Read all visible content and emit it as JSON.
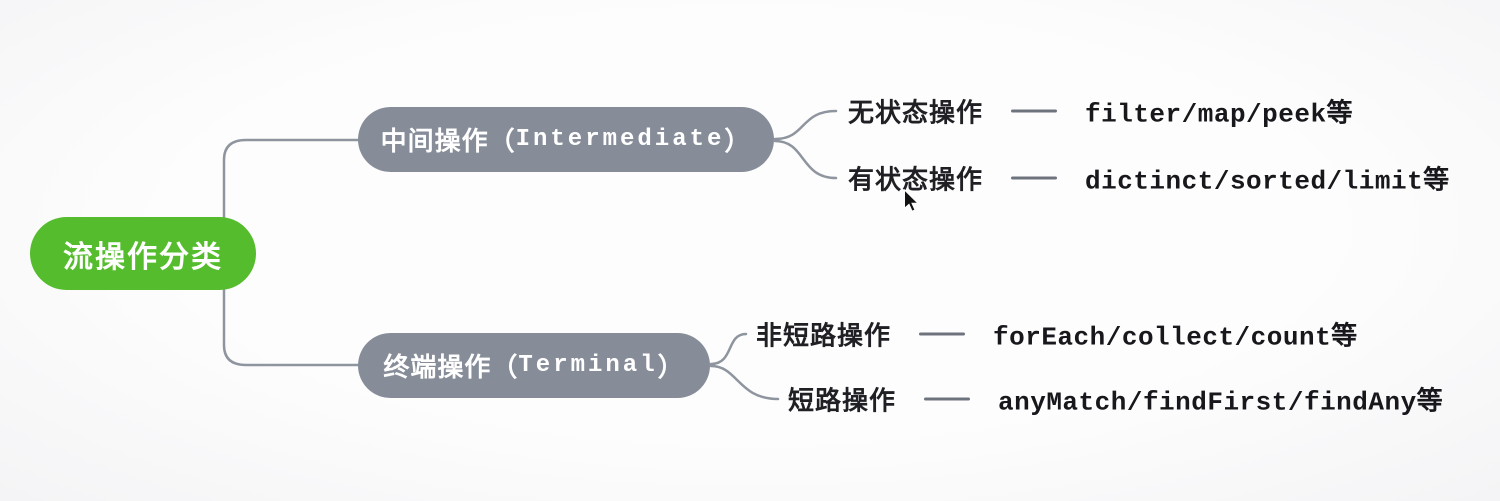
{
  "root": {
    "label": "流操作分类"
  },
  "branches": [
    {
      "title_prefix": "中间操作（",
      "title_code": "Intermediate",
      "title_suffix": "）",
      "leaves": [
        {
          "label": "无状态操作",
          "code": "filter/map/peek等"
        },
        {
          "label": "有状态操作",
          "code": "dictinct/sorted/limit等"
        }
      ]
    },
    {
      "title_prefix": "终端操作（",
      "title_code": "Terminal",
      "title_suffix": "）",
      "leaves": [
        {
          "label": "非短路操作",
          "code": "forEach/collect/count等"
        },
        {
          "label": "短路操作",
          "code": "anyMatch/findFirst/findAny等"
        }
      ]
    }
  ],
  "colors": {
    "root_bg": "#55bd2d",
    "branch_bg": "#868d99",
    "connector": "#8f959e",
    "dash": "#6e747e",
    "node_text": "#ffffff",
    "label_text": "#1f1f24"
  }
}
